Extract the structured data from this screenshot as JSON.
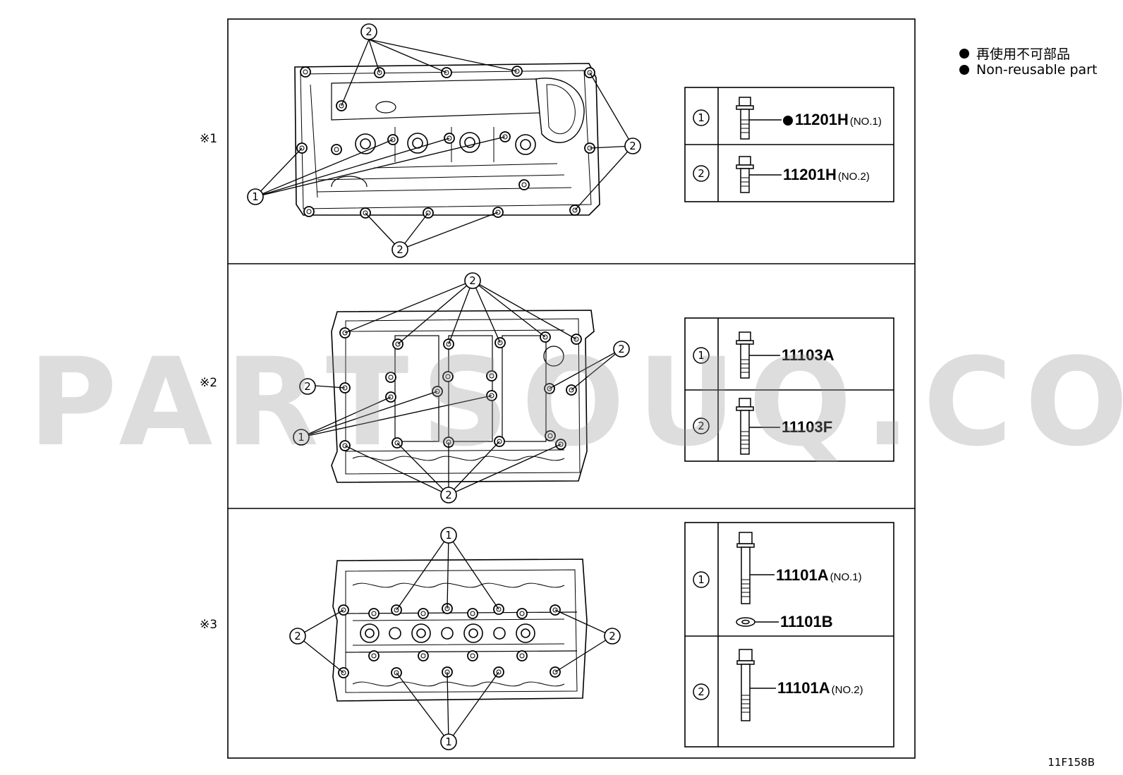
{
  "legend": {
    "items": [
      {
        "label": "再使用不可部品"
      },
      {
        "label": "Non-reusable part"
      }
    ]
  },
  "sections": [
    {
      "marker": "※1",
      "view": "cylinder-head-cover",
      "callouts": [
        "1",
        "2"
      ],
      "parts": [
        {
          "ref": "1",
          "number": "11201H",
          "suffix": "(NO.1)",
          "non_reusable": true
        },
        {
          "ref": "2",
          "number": "11201H",
          "suffix": "(NO.2)",
          "non_reusable": false
        }
      ]
    },
    {
      "marker": "※2",
      "view": "cylinder-block",
      "callouts": [
        "1",
        "2"
      ],
      "parts": [
        {
          "ref": "1",
          "number": "11103A",
          "suffix": "",
          "non_reusable": false
        },
        {
          "ref": "2",
          "number": "11103F",
          "suffix": "",
          "non_reusable": false
        }
      ]
    },
    {
      "marker": "※3",
      "view": "cylinder-head",
      "callouts": [
        "1",
        "2"
      ],
      "parts": [
        {
          "ref": "1",
          "number": "11101A",
          "suffix": "(NO.1)",
          "washer": "11101B",
          "non_reusable": false
        },
        {
          "ref": "2",
          "number": "11101A",
          "suffix": "(NO.2)",
          "non_reusable": false
        }
      ]
    }
  ],
  "watermark": "PARTSOUQ.COM",
  "diagram_code": "11F158B"
}
